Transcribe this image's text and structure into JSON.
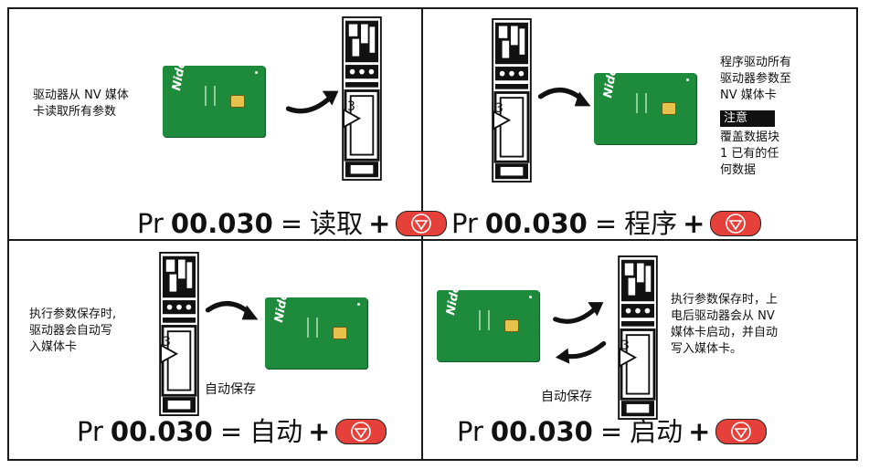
{
  "colors": {
    "card_green": "#1d8a3c",
    "stop_red": "#e5413a",
    "frame": "#1a1a1a"
  },
  "panels": {
    "read": {
      "description": "驱动器从 NV 媒体\n卡读取所有参数",
      "formula": {
        "pr": "Pr",
        "param": "00.030",
        "eq": "=",
        "word": "读取",
        "plus": "+"
      }
    },
    "program": {
      "description": "程序驱动所有\n驱动器参数至\nNV 媒体卡",
      "note_label": "注意",
      "note_text": "覆盖数据块\n1 已有的任\n何数据",
      "formula": {
        "pr": "Pr",
        "param": "00.030",
        "eq": "=",
        "word": "程序",
        "plus": "+"
      }
    },
    "auto": {
      "description": "执行参数保存时,\n驱动器会自动写\n入媒体卡",
      "save_label": "自动保存",
      "formula": {
        "pr": "Pr",
        "param": "00.030",
        "eq": "=",
        "word": "自动",
        "plus": "+"
      }
    },
    "boot": {
      "description": "执行参数保存时，上\n电后驱动器会从 NV\n媒体卡启动，并自动\n写入媒体卡。",
      "save_label": "自动保存",
      "formula": {
        "pr": "Pr",
        "param": "00.030",
        "eq": "=",
        "word": "启动",
        "plus": "+"
      }
    }
  },
  "drive_slot_number": "3",
  "card_logo": "Nidec",
  "icons": [
    "stop-button-icon",
    "curved-arrow-icon",
    "nv-media-card-icon",
    "drive-module-icon"
  ]
}
